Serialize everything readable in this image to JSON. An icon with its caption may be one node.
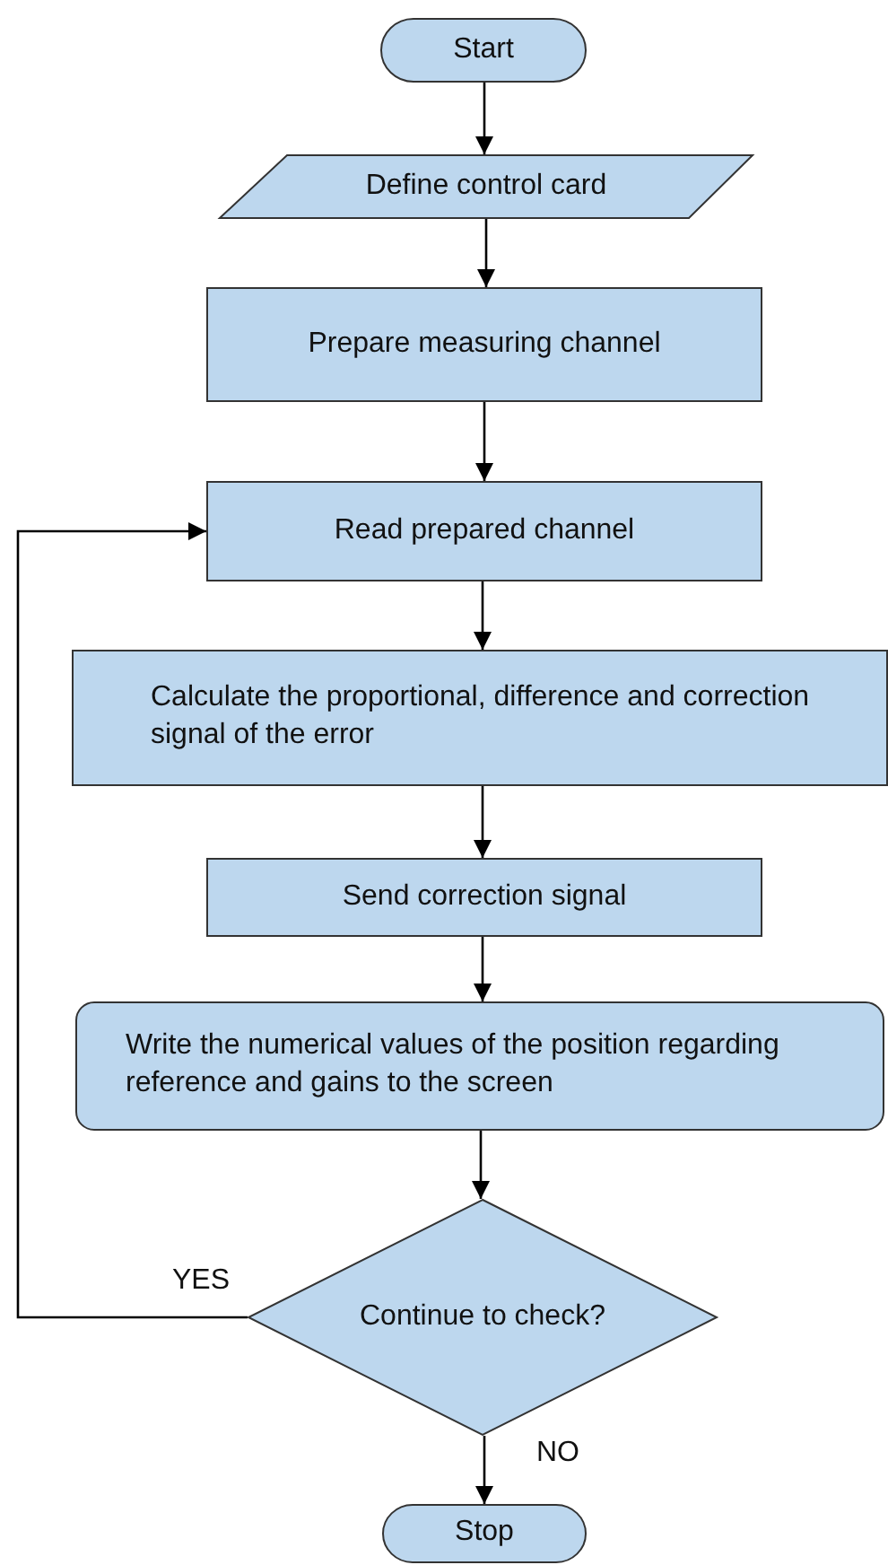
{
  "diagram": {
    "nodes": [
      {
        "text": [
          "Start"
        ]
      },
      {
        "text": [
          "Define control card"
        ]
      },
      {
        "text": [
          "Prepare measuring channel"
        ]
      },
      {
        "text": [
          "Read prepared channel"
        ]
      },
      {
        "text": [
          "Calculate the proportional, difference and correction signal of the error"
        ]
      },
      {
        "text": [
          "Send correction signal"
        ]
      },
      {
        "text": [
          "Write the numerical values of the position regarding reference and gains to the screen"
        ]
      },
      {
        "text": [
          "Continue to check?"
        ]
      },
      {
        "text": [
          "Stop"
        ]
      }
    ],
    "edges": [
      {
        "from": 0,
        "to": 1,
        "arrow": "to"
      },
      {
        "from": 1,
        "to": 2,
        "arrow": "to"
      },
      {
        "from": 2,
        "to": 3,
        "arrow": "to"
      },
      {
        "from": 3,
        "to": 4,
        "arrow": "to"
      },
      {
        "from": 4,
        "to": 5,
        "arrow": "to"
      },
      {
        "from": 5,
        "to": 6,
        "arrow": "to"
      },
      {
        "from": 6,
        "to": 7,
        "arrow": "to"
      },
      {
        "from": 7,
        "to": 3,
        "arrow": "to",
        "label": "YES"
      },
      {
        "from": 7,
        "to": 8,
        "arrow": "to",
        "label": "NO"
      }
    ]
  }
}
